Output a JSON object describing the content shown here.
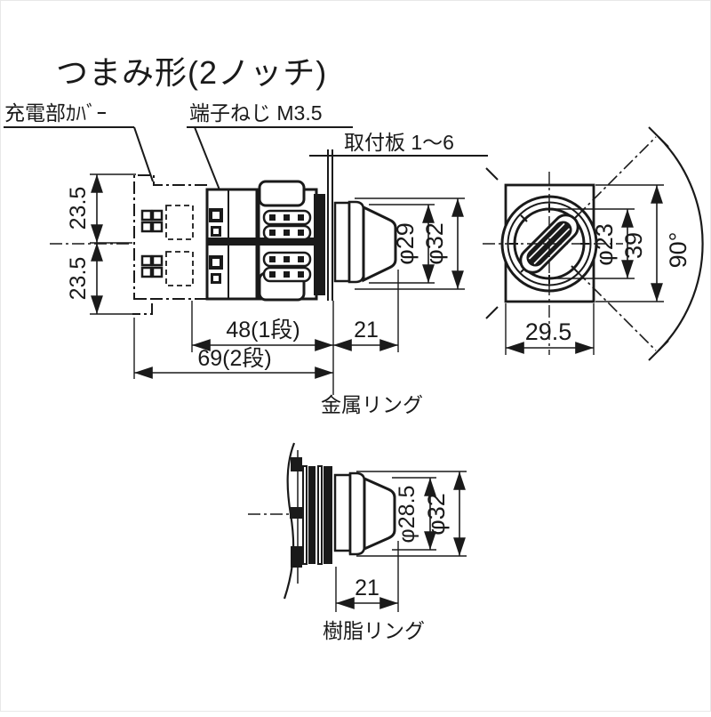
{
  "title": "つまみ形(2ノッチ)",
  "labels": {
    "live_part_cover": "充電部ｶﾊﾞｰ",
    "terminal_screw": "端子ねじ M3.5",
    "mounting_plate": "取付板 1～6",
    "metal_ring": "金属リング",
    "resin_ring": "樹脂リング"
  },
  "dims": {
    "side": {
      "pitch_upper": "23.5",
      "pitch_lower": "23.5",
      "depth_stage1": "48(1段)",
      "depth_stage2": "69(2段)",
      "front_len": "21",
      "knob_dia": "φ29",
      "ring_dia": "φ32"
    },
    "front": {
      "knob_dia": "φ23",
      "body_h": "39",
      "body_w": "29.5",
      "angle": "90°"
    },
    "resin": {
      "knob_dia": "φ28.5",
      "ring_dia": "φ32",
      "front_len": "21"
    }
  },
  "colors": {
    "ink": "#1a1a1a",
    "paper": "#ffffff"
  }
}
